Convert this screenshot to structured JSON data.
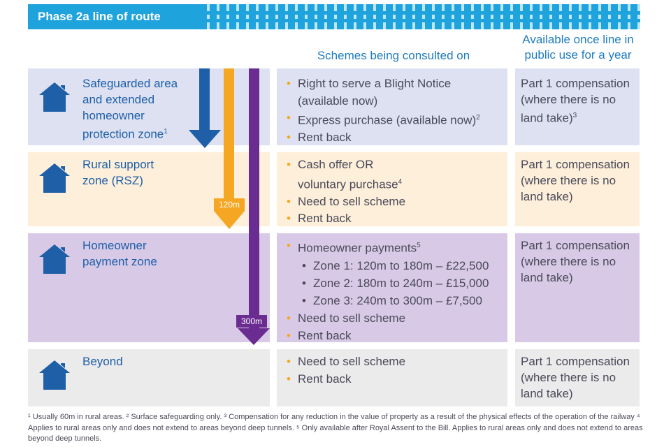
{
  "header": {
    "title": "Phase 2a line of route"
  },
  "columns": {
    "schemes": "Schemes being consulted on",
    "available": "Available once line in public use for a year"
  },
  "rows": [
    {
      "zone": "Safeguarded area and extended homeowner protection zone",
      "zone_sup": "1",
      "schemes": [
        "Right to serve a Blight Notice (available now)",
        "Express purchase (available now)",
        "Rent back"
      ],
      "schemes_sup": [
        "",
        "2",
        ""
      ],
      "comp": "Part 1 compensation (where there is no land take)",
      "comp_sup": "3"
    },
    {
      "zone": "Rural support zone (RSZ)",
      "schemes": [
        "Cash offer OR voluntary purchase",
        "Need to sell scheme",
        "Rent back"
      ],
      "schemes_sup": [
        "4",
        "",
        ""
      ],
      "comp": "Part 1 compensation (where there is no land take)"
    },
    {
      "zone": "Homeowner payment zone",
      "schemes_top": "Homeowner payments",
      "schemes_top_sup": "5",
      "sub_items": [
        "Zone 1: 120m to 180m – £22,500",
        "Zone 2: 180m to 240m – £15,000",
        "Zone 3: 240m to 300m – £7,500"
      ],
      "schemes": [
        "Need to sell scheme",
        "Rent back"
      ],
      "comp": "Part 1 compensation (where there is no land take)"
    },
    {
      "zone": "Beyond",
      "schemes": [
        "Need to sell scheme",
        "Rent back"
      ],
      "comp": "Part 1 compensation (where there is no land take)"
    }
  ],
  "arrows": {
    "orange_label": "120m",
    "purple_label": "300m"
  },
  "colors": {
    "banner": "#1fa3dc",
    "blue_arrow": "#1e5fa8",
    "orange_arrow": "#f5a623",
    "purple_arrow": "#6a2c91",
    "house": "#1e5fa8"
  },
  "footnote": "¹ Usually 60m in rural areas. ² Surface safeguarding only. ³ Compensation for any reduction in the value of property as a result of the physical effects of the operation of the railway ⁴ Applies to rural areas only and does not extend to areas beyond deep tunnels. ⁵ Only available after Royal Assent to the Bill. Applies to rural areas only and does not extend to areas beyond deep tunnels."
}
